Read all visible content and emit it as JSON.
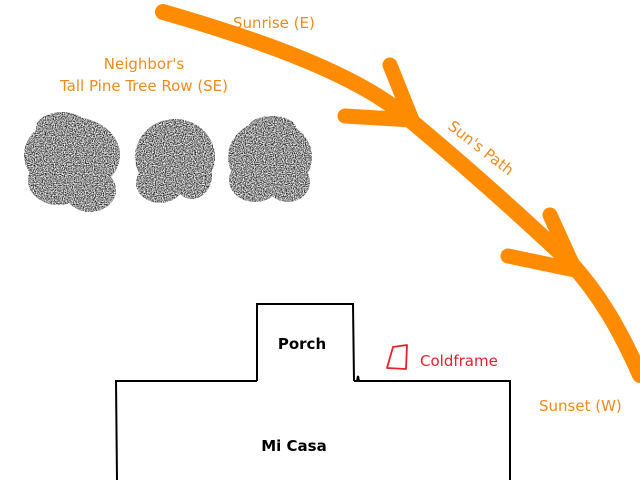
{
  "labels": {
    "sunrise": "Sunrise (E)",
    "trees_line1": "Neighbor's",
    "trees_line2": "Tall Pine Tree Row (SE)",
    "sun_path": "Sun's Path",
    "sunset": "Sunset (W)",
    "porch": "Porch",
    "coldframe": "Coldframe",
    "house": "Mi Casa"
  },
  "colors": {
    "sun": "#ff8c00",
    "text_orange": "#f08a1c",
    "coldframe": "#e8202a",
    "outline": "#000000",
    "tree": "#111111"
  }
}
